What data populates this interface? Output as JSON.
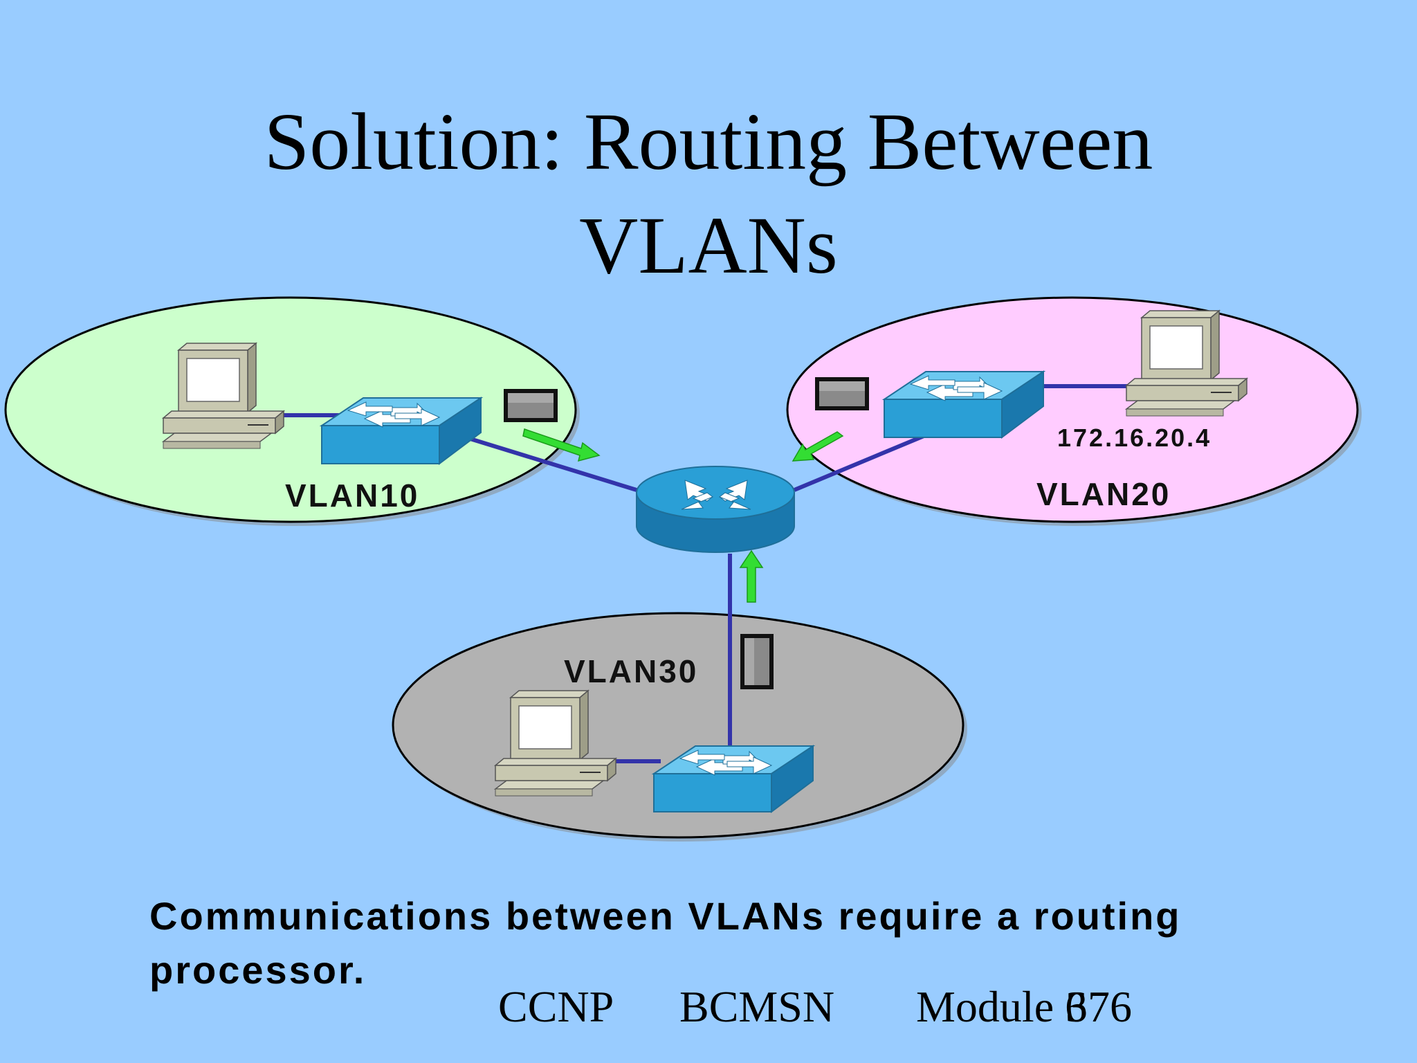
{
  "title": {
    "line1": "Solution: Routing Between",
    "line2": "VLANs"
  },
  "diagram": {
    "vlan10": {
      "label": "VLAN10"
    },
    "vlan20": {
      "label": "VLAN20",
      "host_ip": "172.16.20.4"
    },
    "vlan30": {
      "label": "VLAN30"
    }
  },
  "colors": {
    "background": "#99ccff",
    "vlan10_fill": "#ccffcc",
    "vlan20_fill": "#ffccff",
    "vlan30_fill": "#b2b2b2",
    "link": "#3333aa",
    "device_blue": "#2a9fd6",
    "arrow": "#33dd33"
  },
  "caption": "Communications between VLANs require a routing processor.",
  "footer": {
    "course": "CCNP",
    "module_name": "BCMSN",
    "module": "Module 6",
    "page": "376"
  }
}
